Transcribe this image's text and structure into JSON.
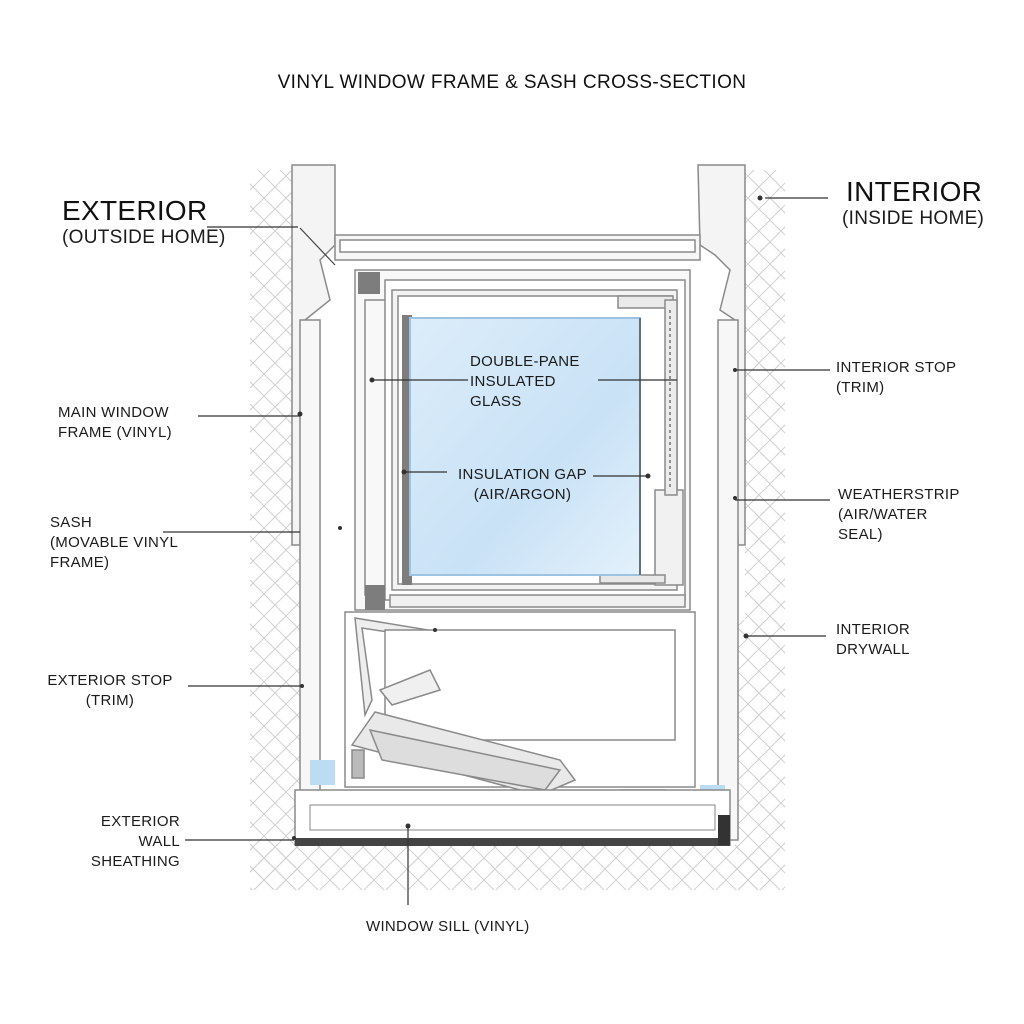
{
  "title": "VINYL WINDOW FRAME & SASH CROSS-SECTION",
  "exterior": {
    "heading": "EXTERIOR",
    "sub": "(OUTSIDE HOME)"
  },
  "interior": {
    "heading": "INTERIOR",
    "sub": "(INSIDE HOME)"
  },
  "labels": {
    "glass": [
      "DOUBLE-PANE",
      "INSULATED",
      "GLASS"
    ],
    "gap": [
      "INSULATION GAP",
      "(AIR/ARGON)"
    ],
    "main_frame": [
      "MAIN WINDOW",
      "FRAME (VINYL)"
    ],
    "sash": [
      "SASH",
      "(MOVABLE VINYL",
      "FRAME)"
    ],
    "ext_stop": [
      "EXTERIOR STOP",
      "(TRIM)"
    ],
    "ext_wall": [
      "EXTERIOR",
      "WALL",
      "SHEATHING"
    ],
    "sill": [
      "WINDOW SILL (VINYL)"
    ],
    "int_stop": [
      "INTERIOR STOP",
      "(TRIM)"
    ],
    "weatherstrip": [
      "WEATHERSTRIP",
      "(AIR/WATER",
      "SEAL)"
    ],
    "drywall": [
      "INTERIOR",
      "DRYWALL"
    ]
  },
  "colors": {
    "glass": "#cfe6f7",
    "glass_edge": "#9cc3e2",
    "frame_line": "#8a8a8a",
    "dark_vinyl": "#7d7d7d",
    "hatch": "#cccccc",
    "accent_blue": "#bcdcf2"
  }
}
